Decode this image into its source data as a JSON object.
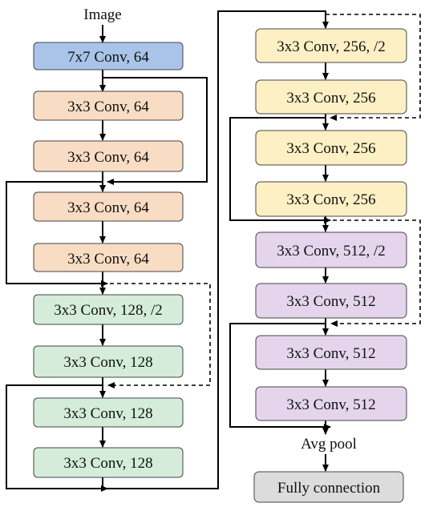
{
  "input_label": "Image",
  "pool_label": "Avg pool",
  "output_label": "Fully connection",
  "colors": {
    "stem": "#a9c4e8",
    "stage64": "#f8dcc4",
    "stage128": "#d5ecdb",
    "stage256": "#fdf0c4",
    "stage512": "#e4d5ec",
    "output": "#dcdcdc"
  },
  "left_column": [
    "7x7 Conv, 64",
    "3x3 Conv, 64",
    "3x3 Conv, 64",
    "3x3 Conv, 64",
    "3x3 Conv, 64",
    "3x3 Conv, 128, /2",
    "3x3 Conv, 128",
    "3x3 Conv, 128",
    "3x3 Conv, 128"
  ],
  "right_column": [
    "3x3 Conv, 256, /2",
    "3x3 Conv, 256",
    "3x3 Conv, 256",
    "3x3 Conv, 256",
    "3x3 Conv, 512, /2",
    "3x3 Conv, 512",
    "3x3 Conv, 512",
    "3x3 Conv, 512"
  ]
}
